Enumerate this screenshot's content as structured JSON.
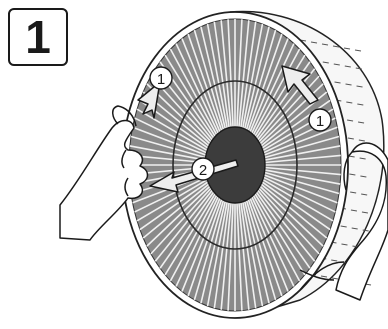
{
  "step": {
    "number": "1"
  },
  "callouts": {
    "one_a": "1",
    "one_b": "1",
    "two": "2"
  },
  "figure": {
    "icons": [
      "hand-icon",
      "circular-filter-icon",
      "rotation-arrow-icon",
      "pull-out-arrow-icon"
    ],
    "colors": {
      "ink": "#1a1a1a",
      "grille": "#6f6f6f",
      "hub": "#3a3a3a",
      "housing": "#f4f4f4"
    }
  }
}
